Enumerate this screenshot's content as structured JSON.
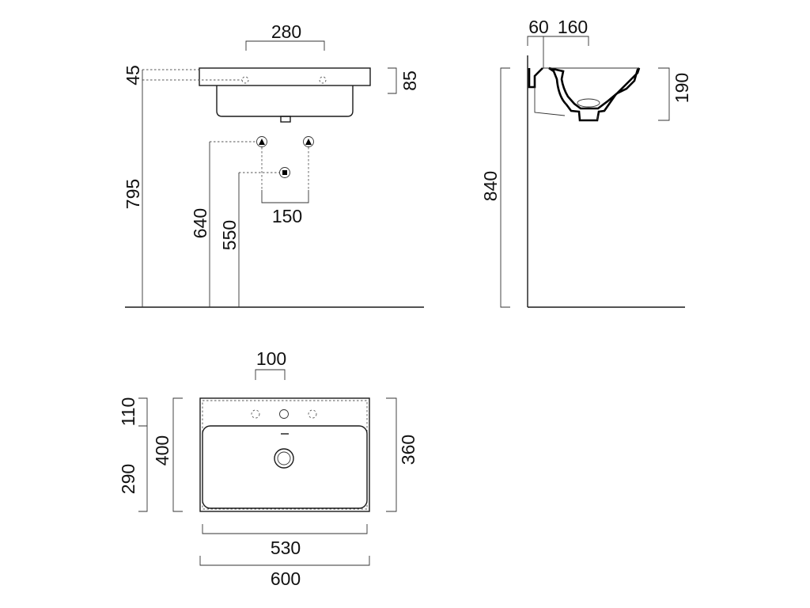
{
  "front_view": {
    "dim_hole_spacing": "280",
    "dim_top_offset": "45",
    "dim_rim_height": "85",
    "dim_rim_floor": "795",
    "dim_supply_height": "640",
    "dim_drain_height": "550",
    "dim_supply_spacing": "150"
  },
  "side_view": {
    "dim_wall_gap": "60",
    "dim_depth": "160",
    "dim_bowl_height": "190",
    "dim_total_height": "840"
  },
  "top_view": {
    "dim_tap_spacing": "100",
    "dim_deck": "110",
    "dim_bowl_depth": "290",
    "dim_overall_depth": "400",
    "dim_inner_depth": "360",
    "dim_inner_width": "530",
    "dim_overall_width": "600"
  },
  "colors": {
    "line": "#1a1a1a",
    "background": "#ffffff"
  }
}
